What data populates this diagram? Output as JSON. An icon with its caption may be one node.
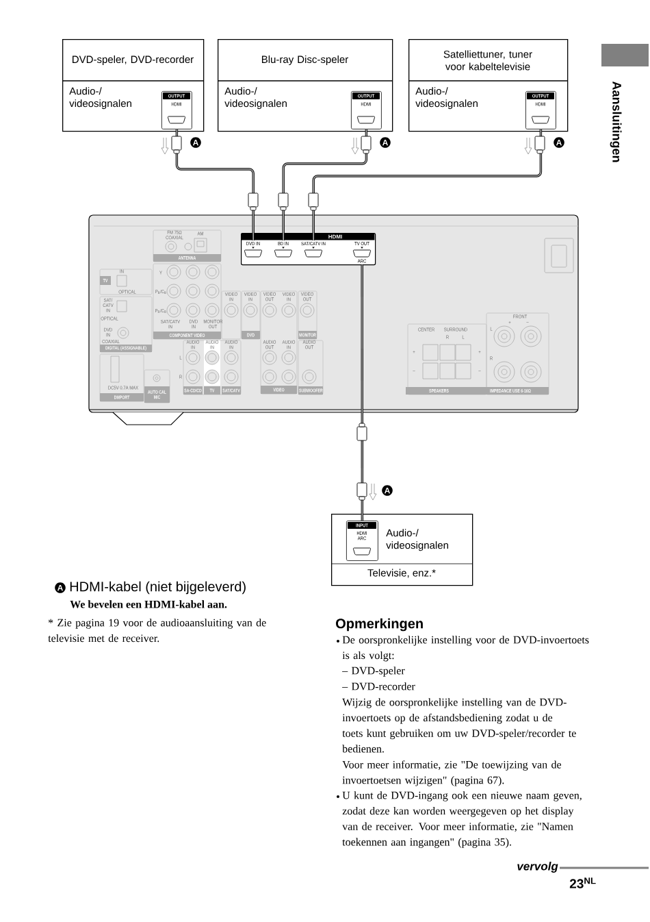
{
  "diagram": {
    "nodes": [
      {
        "text": [
          "DVD-speler, DVD-recorder",
          "Audio-/ videosignalen"
        ]
      },
      {
        "text": [
          "OUTPUT",
          "HDMI"
        ],
        "in": 0
      },
      {
        "text": [
          "Blu-ray Disc-speler",
          "Audio-/ videosignalen"
        ]
      },
      {
        "text": [
          "OUTPUT",
          "HDMI"
        ],
        "in": 2
      },
      {
        "text": [
          "Satelliettuner, tuner voor kabeltelevisie",
          "Audio-/ videosignalen"
        ]
      },
      {
        "text": [
          "OUTPUT",
          "HDMI"
        ],
        "in": 4
      },
      {
        "text": [],
        "shape": "box"
      },
      {
        "text": [
          "HDMI"
        ],
        "in": 6
      },
      {
        "text": [
          "DVD IN"
        ],
        "in": 7
      },
      {
        "text": [
          "BD IN"
        ],
        "in": 7
      },
      {
        "text": [
          "SAT/CATV IN"
        ],
        "in": 7
      },
      {
        "text": [
          "TV OUT",
          "ARC"
        ],
        "in": 7
      },
      {
        "text": [
          "Audio-/ videosignalen",
          "Televisie, enz.*"
        ]
      },
      {
        "text": [
          "INPUT",
          "HDMI ARC"
        ],
        "in": 12
      }
    ],
    "edges": [
      {
        "from": 1,
        "to": 8,
        "arrow": "none"
      },
      {
        "from": 3,
        "to": 9,
        "arrow": "none"
      },
      {
        "from": 5,
        "to": 10,
        "arrow": "none"
      },
      {
        "from": 11,
        "to": 13,
        "arrow": "none"
      }
    ],
    "labels": [
      "Aansluitingen",
      "A",
      "A",
      "A",
      "A",
      "FM 75Ω COAXIAL",
      "AM",
      "ANTENNA",
      "IN",
      "TV",
      "OPTICAL",
      "SAT/ CATV IN",
      "OPTICAL",
      "DVD IN",
      "COAXIAL",
      "DIGITAL (ASSIGNABLE)",
      "DC5V 0.7A MAX",
      "DMPORT",
      "AUTO CAL MIC",
      "Y",
      "P$_{B}$/C$_{B}$",
      "P$_{R}$/C$_{R}$",
      "SAT/CATV IN",
      "DVD IN",
      "MONITOR OUT",
      "COMPONENT VIDEO",
      "VIDEO IN",
      "VIDEO IN",
      "VIDEO OUT",
      "VIDEO IN",
      "VIDEO OUT",
      "DVD",
      "MONITOR",
      "AUDIO IN",
      "AUDIO IN",
      "AUDIO IN",
      "AUDIO OUT",
      "AUDIO IN",
      "AUDIO OUT",
      "L",
      "R",
      "SA-CD/CD",
      "TV",
      "SAT/CATV",
      "VIDEO",
      "SUBWOOFER",
      "CENTER",
      "SURROUND",
      "R",
      "L",
      "FRONT",
      "+",
      "–",
      "L",
      "R",
      "+",
      "–",
      "+",
      "–",
      "SPEAKERS",
      "IMPEDANCE USE 6-16Ω",
      "A",
      "HDMI-kabel (niet bijgeleverd)",
      "We bevelen een HDMI-kabel aan.",
      "* Zie pagina 19 voor de audioaansluiting van de televisie met de receiver.",
      "Opmerkingen",
      "De oorspronkelijke instelling voor de DVD-invoertoets is als volgt:",
      "– DVD-speler",
      "– DVD-recorder",
      "Wijzig de oorspronkelijke instelling van de DVD-invoertoets op de afstandsbediening zodat u de toets kunt gebruiken om uw DVD-speler/recorder te bedienen.",
      "Voor meer informatie, zie \"De toewijzing van de invoertoetsen wijzigen\" (pagina 67).",
      "U kunt de DVD-ingang ook een nieuwe naam geven, zodat deze kan worden weergegeven op het display van de receiver. Voor meer informatie, zie \"Namen toekennen aan ingangen\" (pagina 35).",
      "vervolg",
      "23$^{NL}$"
    ]
  }
}
